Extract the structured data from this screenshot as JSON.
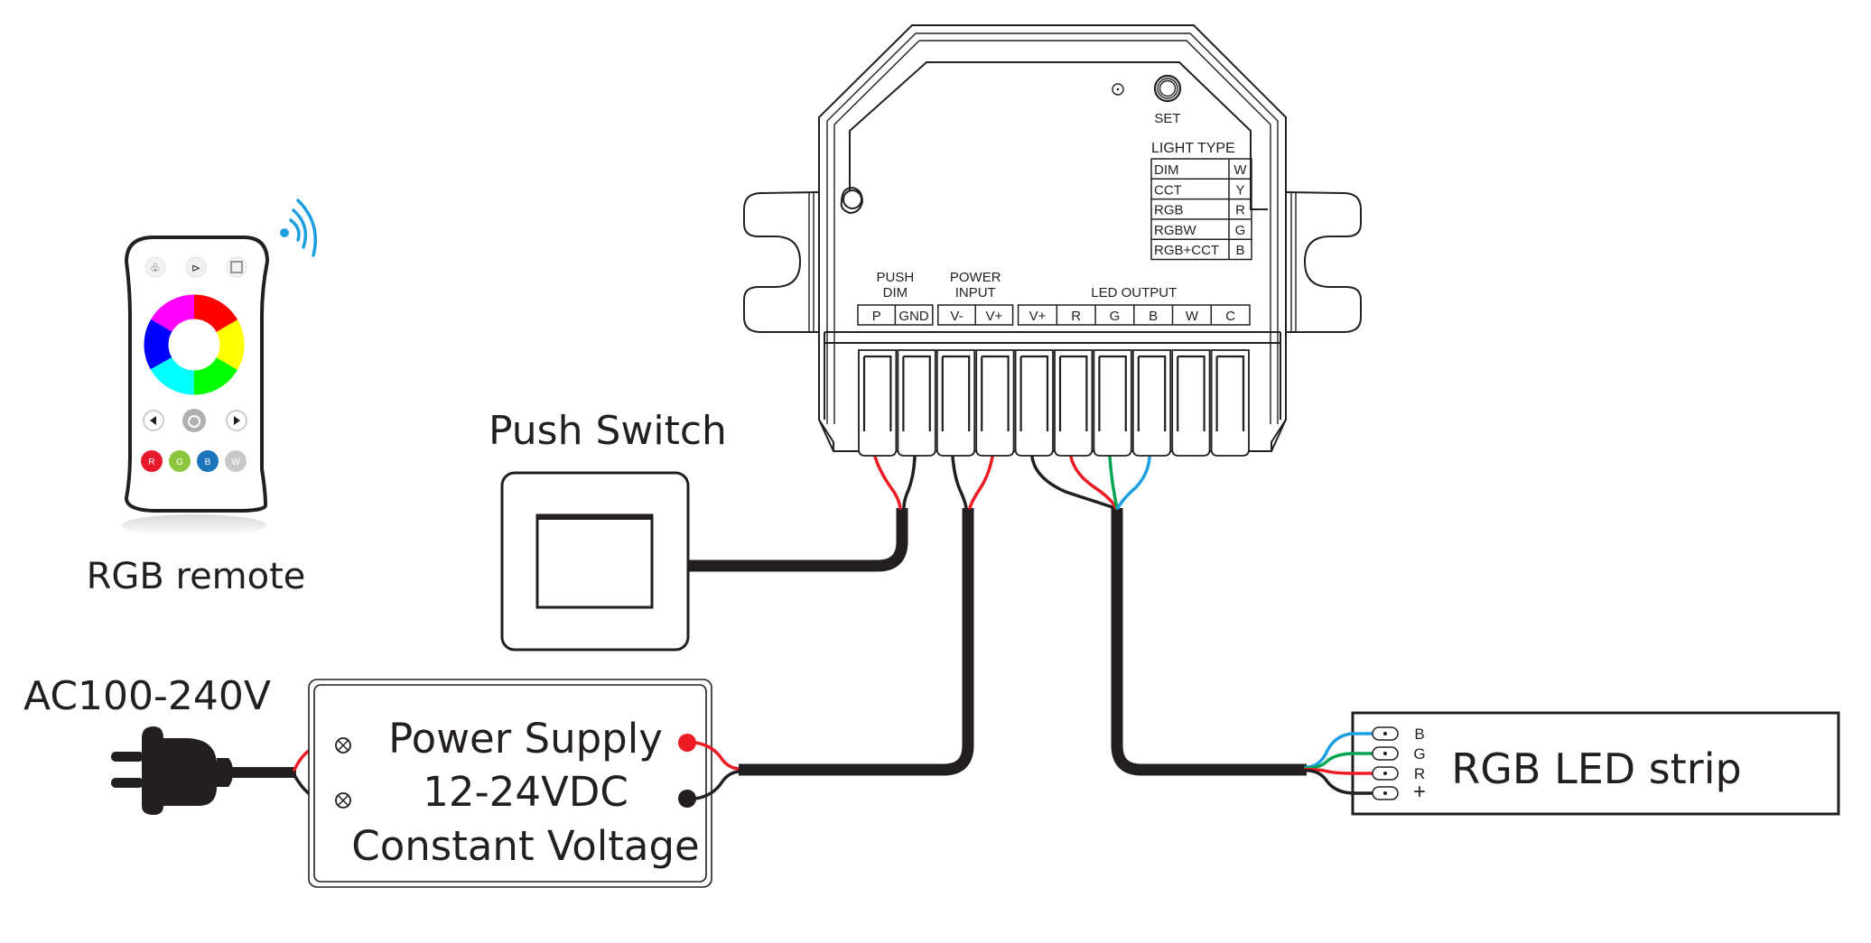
{
  "remote": {
    "label": "RGB remote",
    "buttons_top": [
      "mode-icon",
      "speed-icon",
      "save-icon"
    ],
    "nav": [
      "left-arrow-icon",
      "power-icon",
      "right-arrow-icon"
    ],
    "color_buttons": [
      {
        "label": "R",
        "color": "#e8192c"
      },
      {
        "label": "G",
        "color": "#8cc63f"
      },
      {
        "label": "B",
        "color": "#1c75bc"
      },
      {
        "label": "W",
        "color": "#c8c8c8"
      }
    ],
    "signal_color": "#1ea0e0"
  },
  "push_switch": {
    "label": "Push Switch"
  },
  "mains": {
    "label": "AC100-240V"
  },
  "power_supply": {
    "lines": [
      "Power Supply",
      "12-24VDC",
      "Constant Voltage"
    ]
  },
  "led_strip": {
    "label": "RGB LED strip",
    "pads": [
      {
        "label": "B",
        "wire_color": "#1ea0e0"
      },
      {
        "label": "G",
        "wire_color": "#00a651"
      },
      {
        "label": "R",
        "wire_color": "#ed1c24"
      },
      {
        "label": "+",
        "wire_color": "#231f20"
      }
    ]
  },
  "controller": {
    "set_label": "SET",
    "light_type": {
      "title": "LIGHT TYPE",
      "rows": [
        {
          "type": "DIM",
          "code": "W"
        },
        {
          "type": "CCT",
          "code": "Y"
        },
        {
          "type": "RGB",
          "code": "R"
        },
        {
          "type": "RGBW",
          "code": "G"
        },
        {
          "type": "RGB+CCT",
          "code": "B"
        }
      ]
    },
    "groups": [
      {
        "line1": "PUSH",
        "line2": "DIM",
        "terminals": [
          "P",
          "GND"
        ]
      },
      {
        "line1": "POWER",
        "line2": "INPUT",
        "terminals": [
          "V-",
          "V+"
        ]
      },
      {
        "line1": "",
        "line2": "LED OUTPUT",
        "terminals": [
          "V+",
          "R",
          "G",
          "B",
          "W",
          "C"
        ]
      }
    ]
  },
  "colors": {
    "red": "#ed1c24",
    "green": "#00a651",
    "blue": "#1ea0e0",
    "black": "#231f20"
  }
}
